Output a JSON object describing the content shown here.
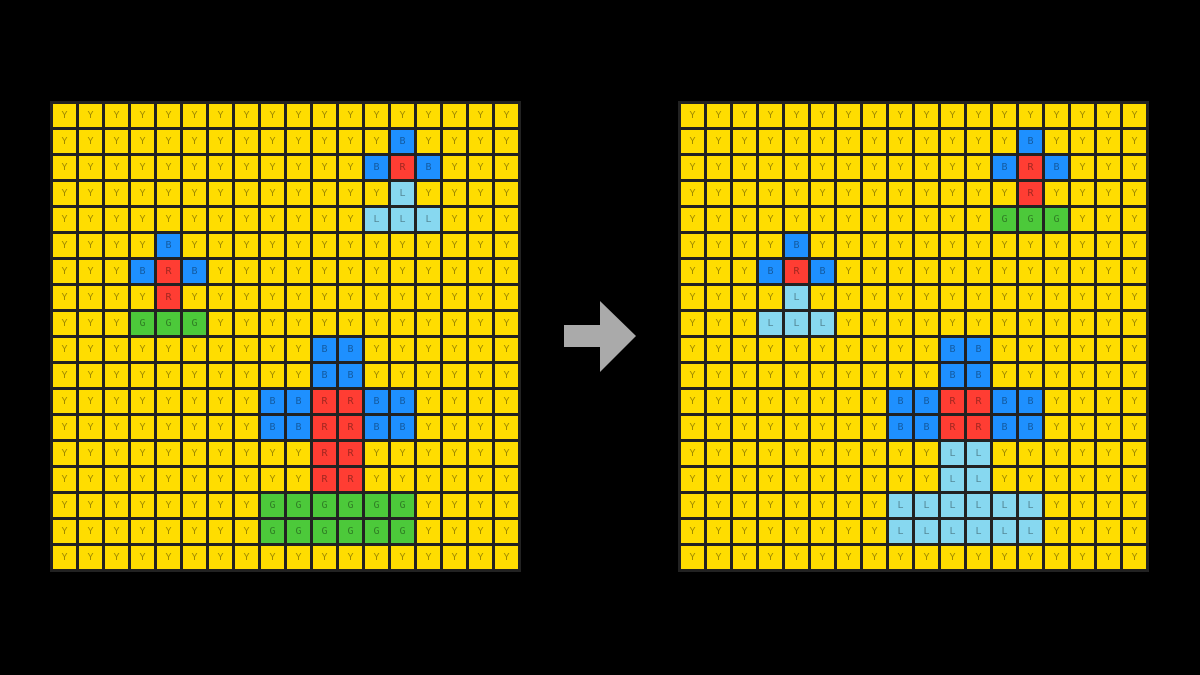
{
  "palette": {
    "Y": "#FFDD00",
    "B": "#1E90FF",
    "R": "#FF3D33",
    "G": "#4CC93A",
    "L": "#87D8F0"
  },
  "arrow_color": "#AAAAAA",
  "input_grid": [
    "YYYYYYYYYYYYYYYYYY",
    "YYYYYYYYYYYYYBYYYY",
    "YYYYYYYYYYYYBRBYYY",
    "YYYYYYYYYYYYYLYYYY",
    "YYYYYYYYYYYYLLLYYY",
    "YYYYBYYYYYYYYYYYYY",
    "YYYBRBYYYYYYYYYYYY",
    "YYYYRYYYYYYYYYYYYY",
    "YYYGGGYYYYYYYYYYYY",
    "YYYYYYYYYYBBYYYYYY",
    "YYYYYYYYYYBBYYYYYY",
    "YYYYYYYYBBRRBBYYYY",
    "YYYYYYYYBBRRBBYYYY",
    "YYYYYYYYYYRRYYYYYY",
    "YYYYYYYYYYRRYYYYYY",
    "YYYYYYYYGGGGGGYYYY",
    "YYYYYYYYGGGGGGYYYY",
    "YYYYYYYYYYYYYYYYYY"
  ],
  "output_grid": [
    "YYYYYYYYYYYYYYYYYY",
    "YYYYYYYYYYYYYBYYYY",
    "YYYYYYYYYYYYBRBYYY",
    "YYYYYYYYYYYYYRYYYY",
    "YYYYYYYYYYYYGGGYYY",
    "YYYYBYYYYYYYYYYYYY",
    "YYYBRBYYYYYYYYYYYY",
    "YYYYLYYYYYYYYYYYYY",
    "YYYLLLYYYYYYYYYYYY",
    "YYYYYYYYYYBBYYYYYY",
    "YYYYYYYYYYBBYYYYYY",
    "YYYYYYYYBBRRBBYYYY",
    "YYYYYYYYBBRRBBYYYY",
    "YYYYYYYYYYLLYYYYYY",
    "YYYYYYYYYYLLYYYYYY",
    "YYYYYYYYLLLLLLYYYY",
    "YYYYYYYYLLLLLLYYYY",
    "YYYYYYYYYYYYYYYYYY"
  ]
}
